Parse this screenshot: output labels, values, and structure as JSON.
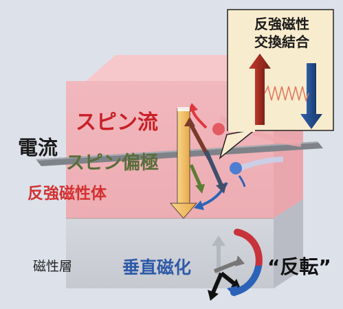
{
  "labels": {
    "spin_current": "スピン流",
    "electric_current": "電流",
    "spin_polarization": "スピン偏極",
    "antiferromagnet": "反強磁性体",
    "magnetic_layer": "磁性層",
    "perpendicular_magnetization": "垂直磁化",
    "reversal": "“反転”"
  },
  "callout": {
    "line1": "反強磁性",
    "line2": "交換結合"
  },
  "colors": {
    "antiferromagnet_block": "#f2a8ae",
    "magnetic_block": "#c9ccd3",
    "spin_current_text": "#c91f26",
    "antiferromagnet_text": "#d33131",
    "perp_text": "#2e5aa8",
    "callout_fill": "#f8ecce",
    "up_arrow": "#9c2a1f",
    "down_arrow": "#234a86"
  },
  "icons": [
    "up-arrow-icon",
    "down-arrow-icon",
    "spring-icon",
    "rotation-arrow-icon"
  ]
}
